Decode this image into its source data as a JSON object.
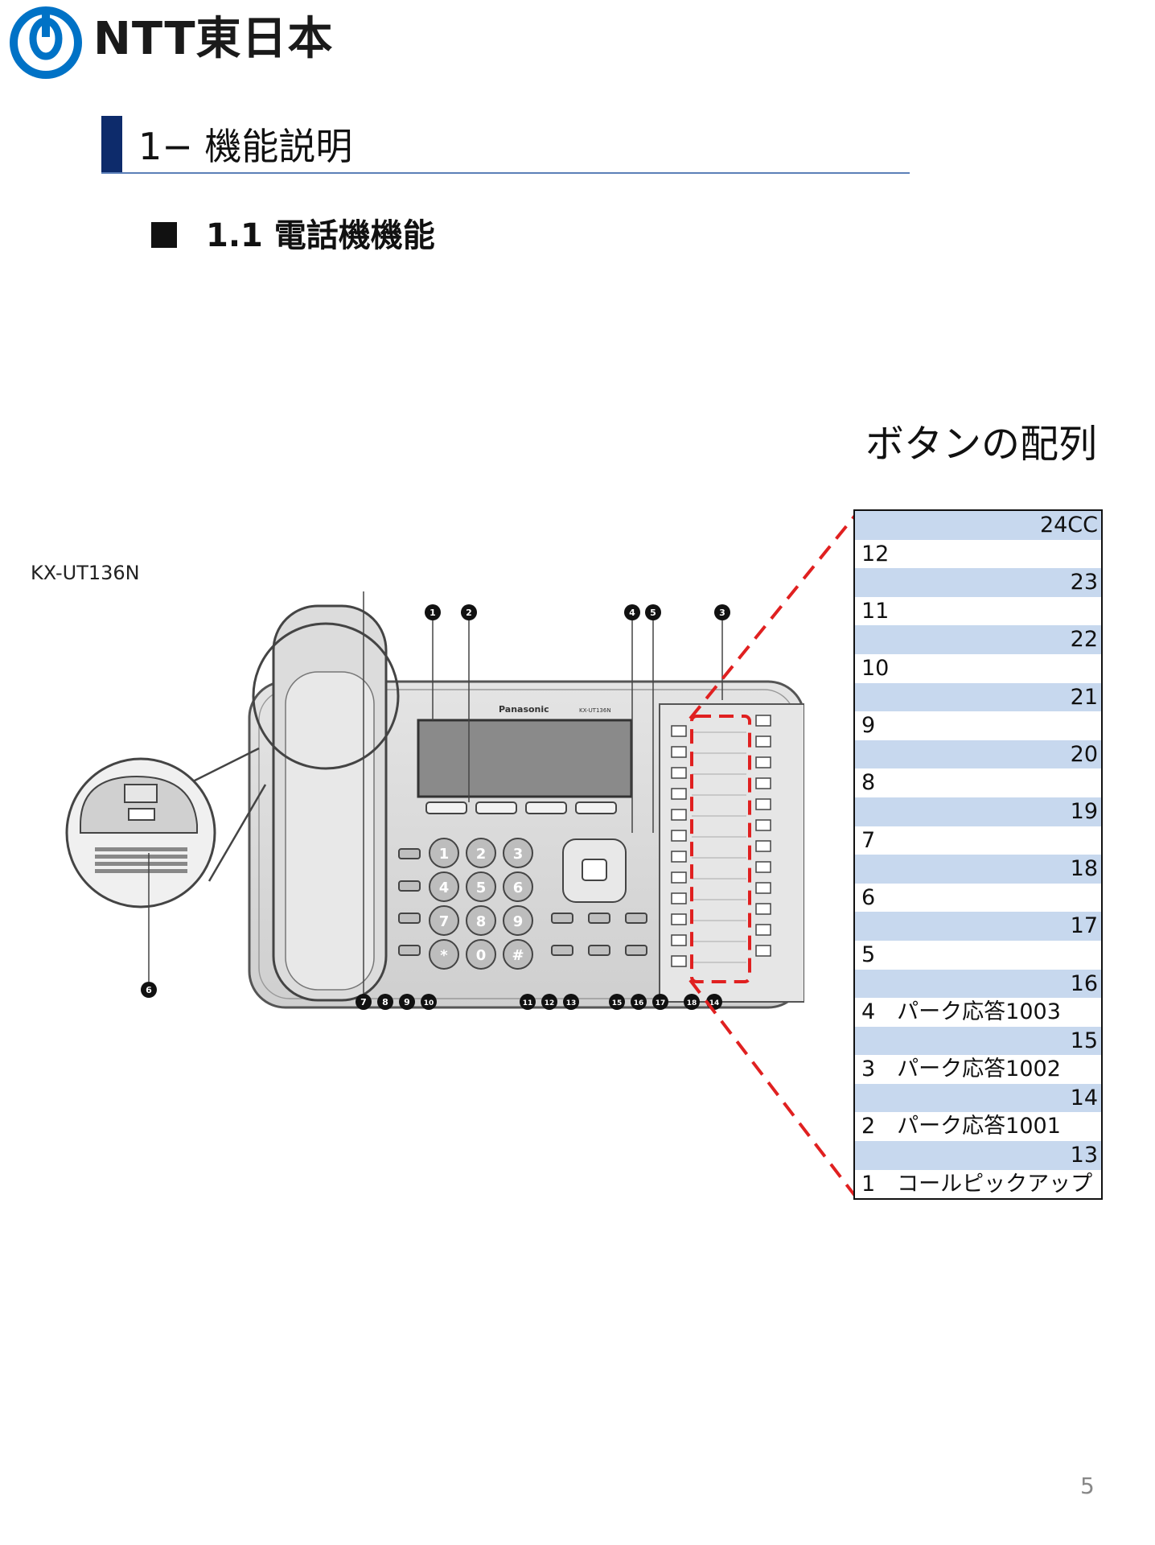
{
  "header": {
    "brand": "NTT東日本",
    "section_title": "1− 機能説明",
    "subsection_title": "1.1 電話機機能"
  },
  "model_label": "KX-UT136N",
  "phone_labels": {
    "brand": "Panasonic",
    "model": "KX-UT136N",
    "callouts": [
      "1",
      "2",
      "3",
      "4",
      "5",
      "6",
      "7",
      "8",
      "9",
      "10",
      "11",
      "12",
      "13",
      "14",
      "15",
      "16",
      "17",
      "18"
    ]
  },
  "button_array": {
    "title": "ボタンの配列",
    "rows": [
      "24CC",
      "12",
      "23",
      "11",
      "22",
      "10",
      "21",
      "9",
      "20",
      "8",
      "19",
      "7",
      "18",
      "6",
      "17",
      "5",
      "16",
      "4　パーク応答1003",
      "15",
      "3　パーク応答1002",
      "14",
      "2　パーク応答1001",
      "13",
      "1　コールピックアップ"
    ]
  },
  "highlight_color": "#e02020",
  "accent_colors": {
    "logo_blue": "#0072c6",
    "section_bar": "#0d2b6b",
    "table_stripe": "#c7d8ee"
  },
  "page_number": "5"
}
